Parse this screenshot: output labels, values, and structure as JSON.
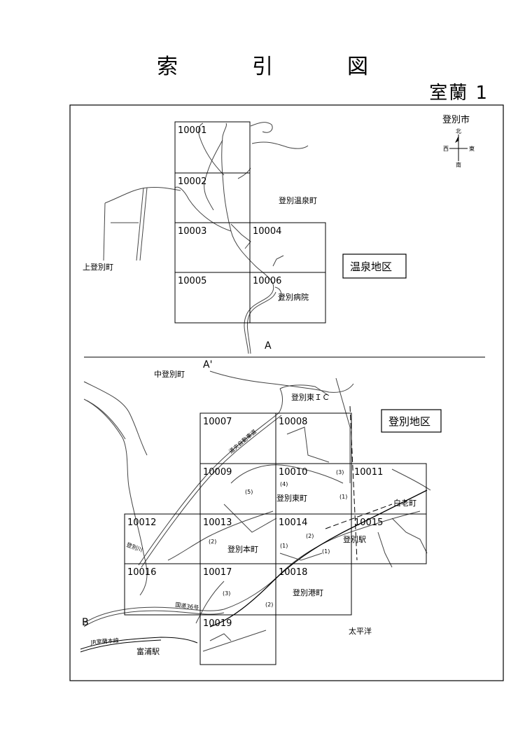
{
  "title": "索　引　図",
  "subtitle": "室蘭 1",
  "compass": {
    "city": "登別市",
    "north": "北",
    "south": "南",
    "east": "東",
    "west": "西"
  },
  "onsen": {
    "district": "温泉地区",
    "tiles": [
      "10001",
      "10002",
      "10003",
      "10004",
      "10005",
      "10006"
    ],
    "places": {
      "onsen_town": "登別温泉町",
      "kami_town": "上登別町",
      "hospital": "登別病院"
    },
    "section_mark": "A"
  },
  "noboribetsu": {
    "district": "登別地区",
    "tiles": [
      "10007",
      "10008",
      "10009",
      "10010",
      "10011",
      "10012",
      "10013",
      "10014",
      "10015",
      "10016",
      "10017",
      "10018",
      "10019"
    ],
    "places": {
      "naka_town": "中登別町",
      "ic": "登別東ＩＣ",
      "expressway": "道央自動車道",
      "east_town": "登別東町",
      "shiroi_town": "白老町",
      "river": "登別川",
      "hon_town": "登別本町",
      "station": "登別駅",
      "port_town": "登別港町",
      "route36": "国道36号",
      "pacific": "太平洋",
      "jr_line": "JR室蘭本線",
      "tomiura_station": "富浦駅"
    },
    "section_marks": {
      "a_prime": "A'",
      "b": "B"
    },
    "area_numbers": {
      "one": "(1)",
      "two": "(2)",
      "three": "(3)",
      "four": "(4)",
      "five": "(5)"
    }
  }
}
